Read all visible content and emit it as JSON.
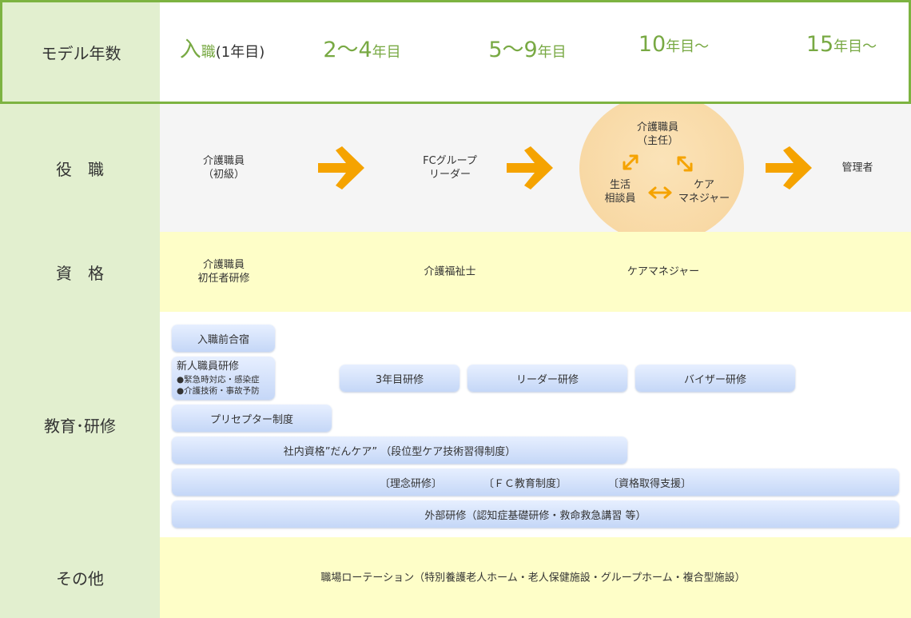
{
  "years": {
    "label": "モデル年数",
    "items": [
      {
        "big": "入",
        "small": "職",
        "paren": "(1年目)"
      },
      {
        "big": "2～4",
        "small": "年目",
        "paren": ""
      },
      {
        "big": "5～9",
        "small": "年目",
        "paren": ""
      },
      {
        "big": "10",
        "small": "年目～",
        "paren": ""
      },
      {
        "big": "15",
        "small": "年目～",
        "paren": ""
      }
    ]
  },
  "role": {
    "label": "役　職",
    "stage1": "介護職員\n（初級）",
    "stage2": "FCグループ\nリーダー",
    "circle": {
      "top": "介護職員\n（主任）",
      "left": "生活\n相談員",
      "right": "ケア\nマネジャー"
    },
    "stage4": "管理者"
  },
  "qualification": {
    "label": "資　格",
    "items": [
      "介護職員\n初任者研修",
      "介護福祉士",
      "ケアマネジャー"
    ]
  },
  "education": {
    "label": "教育･研修",
    "pre_training": "入職前合宿",
    "new_staff": {
      "title": "新人職員研修",
      "bullets": [
        "●緊急時対応・感染症",
        "●介護技術・事故予防"
      ]
    },
    "third_year": "3年目研修",
    "leader": "リーダー研修",
    "advisor": "バイザー研修",
    "preceptor": "プリセプター制度",
    "internal": "社内資格”だんケア” （段位型ケア技術習得制度）",
    "philosophy": [
      "〔理念研修〕",
      "〔ＦＣ教育制度〕",
      "〔資格取得支援〕"
    ],
    "external": "外部研修（認知症基礎研修・救命救急講習 等）"
  },
  "other": {
    "label": "その他",
    "text": "職場ローテーション（特別養護老人ホーム・老人保健施設・グループホーム・複合型施設）"
  },
  "colors": {
    "green": "#78a943",
    "arrow": "#f5a300",
    "circle": "#f8d9a3",
    "yellow_row": "#fefec8",
    "label_bg": "#e2efcf"
  }
}
